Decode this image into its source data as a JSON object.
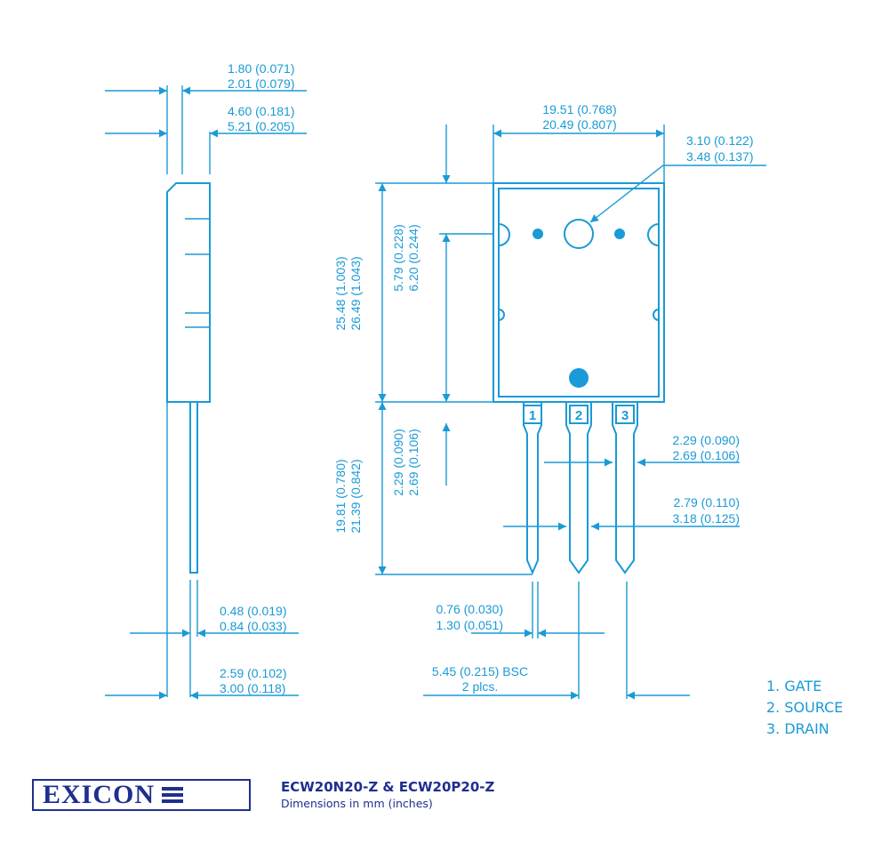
{
  "dimensions": {
    "lead_thk": [
      "1.80 (0.071)",
      "2.01 (0.079)"
    ],
    "body_thk": [
      "4.60 (0.181)",
      "5.21 (0.205)"
    ],
    "width": [
      "19.51 (0.768)",
      "20.49 (0.807)"
    ],
    "hole_dia": [
      "3.10 (0.122)",
      "3.48 (0.137)"
    ],
    "hole_pos": [
      "5.79 (0.228)",
      "6.20 (0.244)"
    ],
    "body_len": [
      "25.48 (1.003)",
      "26.49 (1.043)"
    ],
    "lead_shoulder": [
      "2.29 (0.090)",
      "2.69 (0.106)"
    ],
    "lead_len": [
      "19.81 (0.780)",
      "21.39 (0.842)"
    ],
    "lead_shoulder_w": [
      "2.29 (0.090)",
      "2.69 (0.106)"
    ],
    "lead_w_wide": [
      "2.79 (0.110)",
      "3.18 (0.125)"
    ],
    "lead_w_narrow": [
      "0.76 (0.030)",
      "1.30 (0.051)"
    ],
    "side_lead_w": [
      "0.48 (0.019)",
      "0.84 (0.033)"
    ],
    "side_offset": [
      "2.59 (0.102)",
      "3.00 (0.118)"
    ],
    "pitch": [
      "5.45 (0.215) BSC",
      "2 plcs."
    ]
  },
  "pins": [
    "1",
    "2",
    "3"
  ],
  "legend": [
    "1. GATE",
    "2. SOURCE",
    "3. DRAIN"
  ],
  "footer": {
    "logo": "EXICON",
    "title": "ECW20N20-Z & ECW20P20-Z",
    "subtitle": "Dimensions in mm (inches)"
  },
  "colors": {
    "drawing": "#1a9ad6",
    "brand": "#1e2f8f"
  },
  "icons": {
    "logo_mark": "three-bar-icon"
  }
}
